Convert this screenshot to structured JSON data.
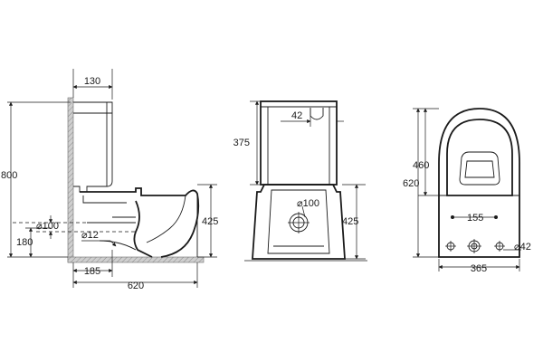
{
  "side_view": {
    "tank_depth": "130",
    "total_height": "800",
    "bowl_height": "425",
    "outlet_diameter": "⌀100",
    "outlet_height": "180",
    "water_inlet": "⌀12",
    "outlet_distance": "185",
    "total_depth": "620"
  },
  "front_view": {
    "button_offset": "42",
    "tank_height": "375",
    "outlet_diameter": "⌀100",
    "bowl_height": "425"
  },
  "top_view": {
    "bowl_length": "460",
    "total_length": "620",
    "fixing_spacing": "155",
    "fixing_diameter": "⌀42",
    "total_width": "365"
  }
}
